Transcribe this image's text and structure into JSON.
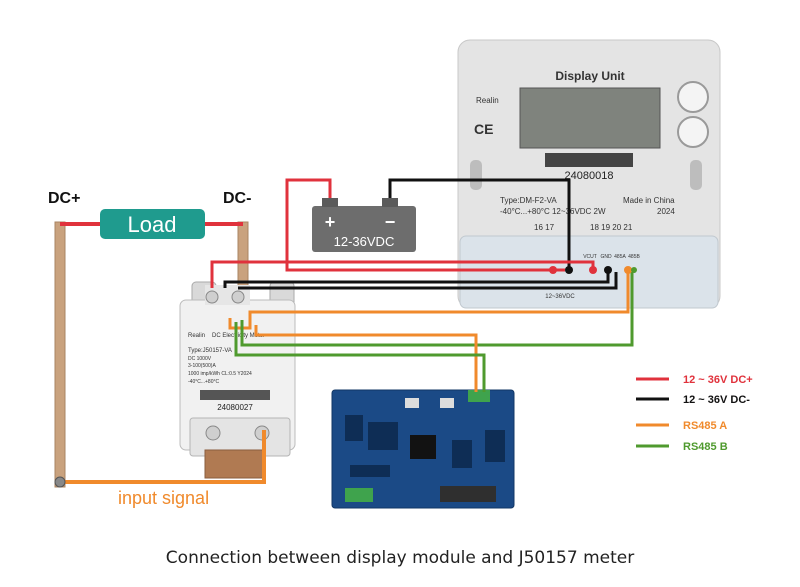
{
  "labels": {
    "dc_plus": "DC+",
    "dc_minus": "DC-",
    "load": "Load",
    "input_signal": "input signal"
  },
  "battery": {
    "plus": "+",
    "minus": "−",
    "voltage": "12-36VDC"
  },
  "display_unit": {
    "title": "Display Unit",
    "brand": "Realin",
    "ce": "CE",
    "serial": "24080018",
    "type_line": "Type:DM-F2-VA",
    "made_in": "Made in China",
    "spec_line": "-40°C...+80°C 12~36VDC 2W",
    "year": "2024",
    "terminal_group_left": "16 17",
    "terminal_group_right": "18 19 20 21",
    "terminal_labels": [
      "VCUT",
      "GND",
      "485A",
      "485B"
    ],
    "supply_note": "12~36VDC"
  },
  "meter": {
    "brand": "Realin",
    "product": "DC Electricity Meter",
    "type_line": "Type:J50157-VA",
    "spec1": "DC 1000V",
    "spec2": "3-100(500)A",
    "spec3": "1000 imp/kWh  CL:0.5  Y2024",
    "spec4": "-40°C...+80°C",
    "serial": "24080027"
  },
  "legend": [
    {
      "text": "12 ~ 36V DC+",
      "color": "#e0323c",
      "text_color": "#e0323c"
    },
    {
      "text": "12 ~ 36V DC-",
      "color": "#111111",
      "text_color": "#111111"
    },
    {
      "text": "RS485 A",
      "color": "#f08a2c",
      "text_color": "#f08a2c"
    },
    {
      "text": "RS485 B",
      "color": "#4f9a2e",
      "text_color": "#4f9a2e"
    }
  ],
  "caption": "Connection between display module and J50157 meter",
  "colors": {
    "red_wire": "#e0323c",
    "black_wire": "#111111",
    "orange_wire": "#f08a2c",
    "green_wire": "#4f9a2e",
    "load_fill": "#1f9b8e",
    "busbar": "#c9a27e"
  }
}
